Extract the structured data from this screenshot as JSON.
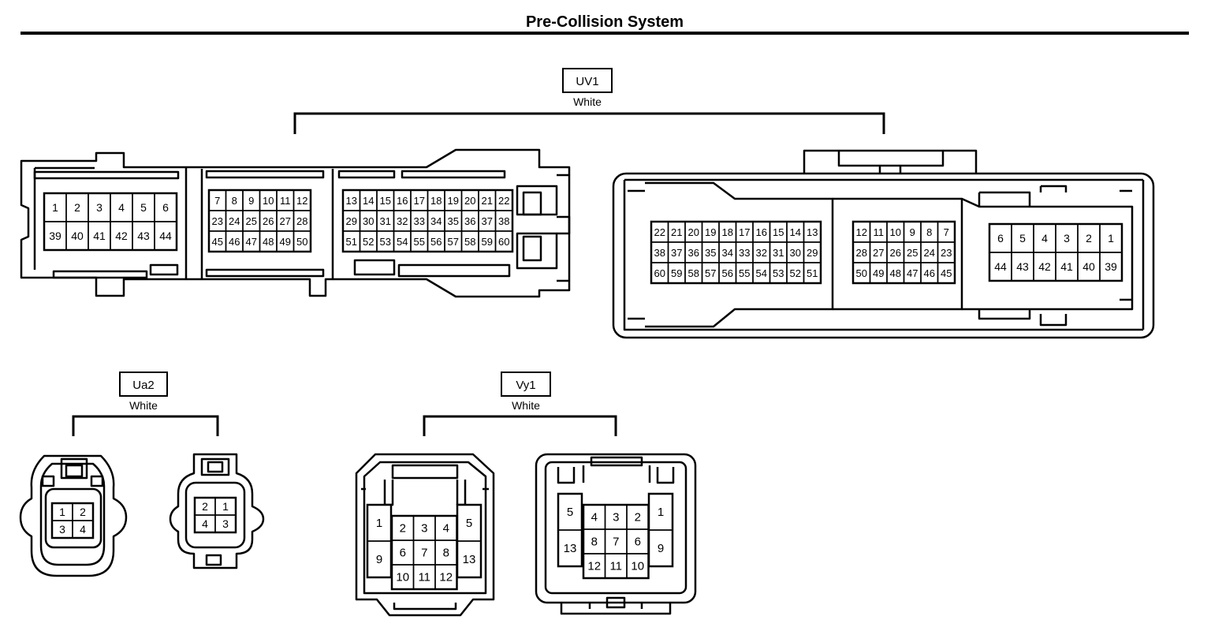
{
  "title": "Pre-Collision System",
  "connectors": [
    {
      "id": "UV1",
      "color": "White",
      "views": [
        {
          "blocks": [
            [
              [
                "1",
                "2",
                "3",
                "4",
                "5",
                "6"
              ],
              [
                "39",
                "40",
                "41",
                "42",
                "43",
                "44"
              ]
            ],
            [
              [
                "7",
                "8",
                "9",
                "10",
                "11",
                "12"
              ],
              [
                "23",
                "24",
                "25",
                "26",
                "27",
                "28"
              ],
              [
                "45",
                "46",
                "47",
                "48",
                "49",
                "50"
              ]
            ],
            [
              [
                "13",
                "14",
                "15",
                "16",
                "17",
                "18",
                "19",
                "20",
                "21",
                "22"
              ],
              [
                "29",
                "30",
                "31",
                "32",
                "33",
                "34",
                "35",
                "36",
                "37",
                "38"
              ],
              [
                "51",
                "52",
                "53",
                "54",
                "55",
                "56",
                "57",
                "58",
                "59",
                "60"
              ]
            ]
          ]
        },
        {
          "blocks": [
            [
              [
                "22",
                "21",
                "20",
                "19",
                "18",
                "17",
                "16",
                "15",
                "14",
                "13"
              ],
              [
                "38",
                "37",
                "36",
                "35",
                "34",
                "33",
                "32",
                "31",
                "30",
                "29"
              ],
              [
                "60",
                "59",
                "58",
                "57",
                "56",
                "55",
                "54",
                "53",
                "52",
                "51"
              ]
            ],
            [
              [
                "12",
                "11",
                "10",
                "9",
                "8",
                "7"
              ],
              [
                "28",
                "27",
                "26",
                "25",
                "24",
                "23"
              ],
              [
                "50",
                "49",
                "48",
                "47",
                "46",
                "45"
              ]
            ],
            [
              [
                "6",
                "5",
                "4",
                "3",
                "2",
                "1"
              ],
              [
                "44",
                "43",
                "42",
                "41",
                "40",
                "39"
              ]
            ]
          ]
        }
      ]
    },
    {
      "id": "Ua2",
      "color": "White",
      "views": [
        {
          "blocks": [
            [
              [
                "1",
                "2"
              ],
              [
                "3",
                "4"
              ]
            ]
          ]
        },
        {
          "blocks": [
            [
              [
                "2",
                "1"
              ],
              [
                "4",
                "3"
              ]
            ]
          ]
        }
      ]
    },
    {
      "id": "Vy1",
      "color": "White",
      "views": [
        {
          "side_left": [
            "1",
            "9"
          ],
          "center": [
            [
              "2",
              "3",
              "4"
            ],
            [
              "6",
              "7",
              "8"
            ],
            [
              "10",
              "11",
              "12"
            ]
          ],
          "side_right": [
            "5",
            "13"
          ]
        },
        {
          "side_left": [
            "5",
            "13"
          ],
          "center": [
            [
              "4",
              "3",
              "2"
            ],
            [
              "8",
              "7",
              "6"
            ],
            [
              "12",
              "11",
              "10"
            ]
          ],
          "side_right": [
            "1",
            "9"
          ]
        }
      ]
    }
  ]
}
